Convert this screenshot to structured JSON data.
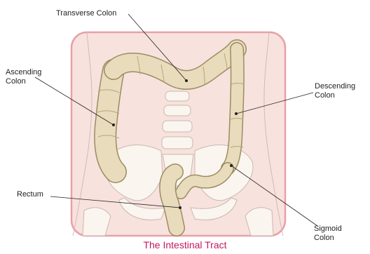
{
  "caption": "The Intestinal Tract",
  "labels": {
    "transverse_colon": "Transverse Colon",
    "ascending_colon": [
      "Ascending",
      "Colon"
    ],
    "descending_colon": [
      "Descending",
      "Colon"
    ],
    "rectum": "Rectum",
    "sigmoid_colon": [
      "Sigmoid",
      "Colon"
    ]
  },
  "colors": {
    "frame": "#e8a0a8",
    "skin": "#f7e2de",
    "colon": "#e9dcbc",
    "colon_stroke": "#9c8c62",
    "bone": "#fbf5f0",
    "caption": "#c2185b"
  }
}
